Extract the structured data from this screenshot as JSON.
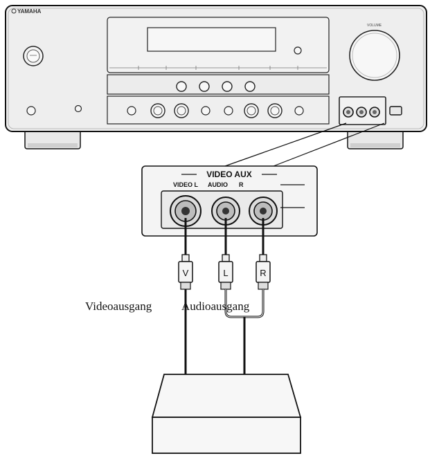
{
  "receiver": {
    "brand": "YAMAHA",
    "volume_label": "VOLUME",
    "front_jack_title": "VIDEO AUX",
    "front_jack_sub": "VIDEO L AUDIO R"
  },
  "panel": {
    "title": "VIDEO AUX",
    "video_label": "VIDEO L",
    "audio_label": "AUDIO",
    "right_label": "R"
  },
  "plugs": [
    {
      "letter": "V"
    },
    {
      "letter": "L"
    },
    {
      "letter": "R"
    }
  ],
  "captions": {
    "video_out": "Videoausgang",
    "audio_out": "Audioausgang"
  },
  "colors": {
    "line": "#111111",
    "body": "#eeeeee",
    "shade": "#cfcfcf"
  }
}
